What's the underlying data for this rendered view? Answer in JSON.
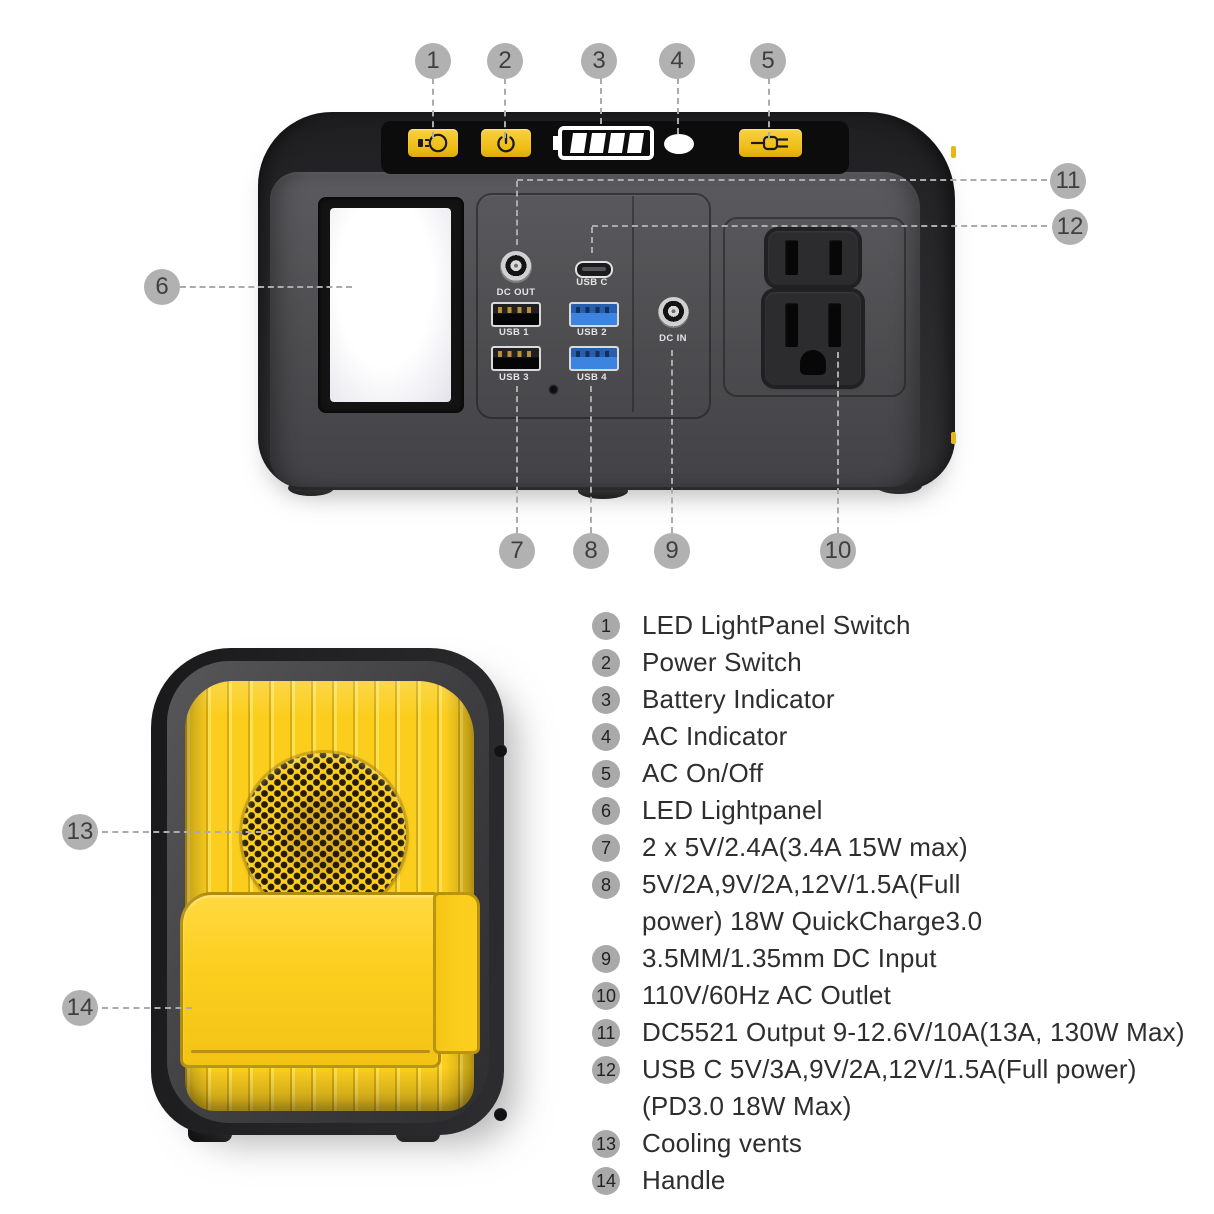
{
  "callouts": [
    "1",
    "2",
    "3",
    "4",
    "5",
    "6",
    "7",
    "8",
    "9",
    "10",
    "11",
    "12",
    "13",
    "14"
  ],
  "ports": {
    "dc_out": "DC OUT",
    "usb_c": "USB C",
    "usb_1": "USB 1",
    "usb_2": "USB 2",
    "usb_3": "USB 3",
    "usb_4": "USB 4",
    "dc_in": "DC IN"
  },
  "icons": {
    "light_switch": "light-bulb-icon",
    "power_switch": "power-icon",
    "battery_indicator": "battery-icon",
    "ac_indicator": "led-oval",
    "ac_switch": "plug-icon"
  },
  "colors": {
    "button_yellow": "#F0C11A",
    "panel_yellow": "#FBCE1E",
    "usb_blue": "#3D83E0",
    "callout_gray": "#B1B1B1",
    "legend_circle_gray": "#A9A9A9",
    "dash_gray": "#ABABAB",
    "body_dark": "#27272A",
    "face_gray": "#4E4E51"
  },
  "legend": {
    "items": [
      {
        "num": "1",
        "label": "LED LightPanel Switch"
      },
      {
        "num": "2",
        "label": "Power Switch"
      },
      {
        "num": "3",
        "label": "Battery Indicator"
      },
      {
        "num": "4",
        "label": "AC Indicator"
      },
      {
        "num": "5",
        "label": "AC On/Off"
      },
      {
        "num": "6",
        "label": "LED Lightpanel"
      },
      {
        "num": "7",
        "label": "2 x 5V/2.4A(3.4A 15W max)"
      },
      {
        "num": "8",
        "label": "5V/2A,9V/2A,12V/1.5A(Full\npower) 18W QuickCharge3.0"
      },
      {
        "num": "9",
        "label": "3.5MM/1.35mm DC Input"
      },
      {
        "num": "10",
        "label": "110V/60Hz AC Outlet"
      },
      {
        "num": "11",
        "label": "DC5521 Output 9-12.6V/10A(13A, 130W Max)"
      },
      {
        "num": "12",
        "label": "USB C 5V/3A,9V/2A,12V/1.5A(Full power)\n(PD3.0 18W Max)"
      },
      {
        "num": "13",
        "label": "Cooling vents"
      },
      {
        "num": "14",
        "label": "Handle"
      }
    ]
  }
}
